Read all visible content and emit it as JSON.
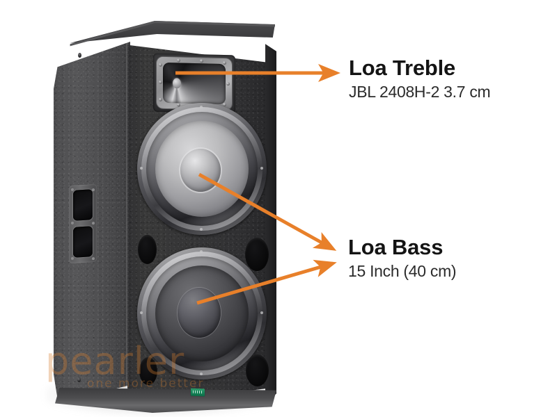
{
  "image": {
    "subject": "PA loudspeaker cabinet, three-quarter perspective view",
    "background_color": "#ffffff"
  },
  "annotations": {
    "accent_color": "#E8802A",
    "items": [
      {
        "id": "treble",
        "title": "Loa Treble",
        "subtitle": "JBL 2408H-2 3.7 cm",
        "arrow_count": 1,
        "points_to": "horn-tweeter"
      },
      {
        "id": "bass",
        "title": "Loa Bass",
        "subtitle": "15 Inch (40 cm)",
        "arrow_count": 2,
        "points_to": "woofer-upper and woofer-lower"
      }
    ]
  },
  "speaker": {
    "cabinet_color": "#37373a",
    "components": {
      "horn_tweeter": "horn-tweeter",
      "woofer_upper": "woofer-upper",
      "woofer_lower": "woofer-lower",
      "side_handles": 2,
      "ports": 4,
      "badge": "green-logo-badge"
    }
  },
  "watermark": {
    "main_text": "pearler",
    "sub_text": "one more better",
    "color": "#d67e30"
  }
}
